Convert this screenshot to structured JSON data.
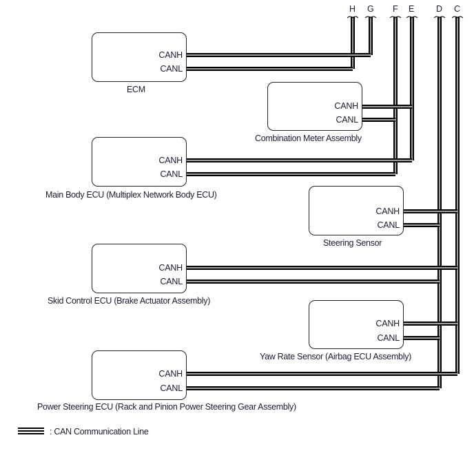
{
  "diagram": {
    "columns": [
      "H",
      "G",
      "F",
      "E",
      "D",
      "C"
    ],
    "components": [
      {
        "name": "ECM",
        "pins": [
          "CANH",
          "CANL"
        ],
        "connects": {
          "CANH": "G",
          "CANL": "H"
        }
      },
      {
        "name": "Combination Meter Assembly",
        "pins": [
          "CANH",
          "CANL"
        ],
        "connects": {
          "CANH": "E",
          "CANL": "F"
        }
      },
      {
        "name": "Main Body ECU (Multiplex Network Body ECU)",
        "pins": [
          "CANH",
          "CANL"
        ],
        "connects": {
          "CANH": "E",
          "CANL": "F"
        }
      },
      {
        "name": "Steering Sensor",
        "pins": [
          "CANH",
          "CANL"
        ],
        "connects": {
          "CANH": "C",
          "CANL": "D"
        }
      },
      {
        "name": "Skid Control ECU (Brake Actuator Assembly)",
        "pins": [
          "CANH",
          "CANL"
        ],
        "connects": {
          "CANH": "C",
          "CANL": "D"
        }
      },
      {
        "name": "Yaw Rate Sensor (Airbag ECU Assembly)",
        "pins": [
          "CANH",
          "CANL"
        ],
        "connects": {
          "CANH": "C",
          "CANL": "D"
        }
      },
      {
        "name": "Power Steering ECU (Rack and Pinion Power Steering Gear Assembly)",
        "pins": [
          "CANH",
          "CANL"
        ],
        "connects": {
          "CANH": "C",
          "CANL": "D"
        }
      }
    ],
    "legend": ": CAN Communication Line",
    "line_color": "#000000",
    "text_color": "#1a1a33"
  }
}
